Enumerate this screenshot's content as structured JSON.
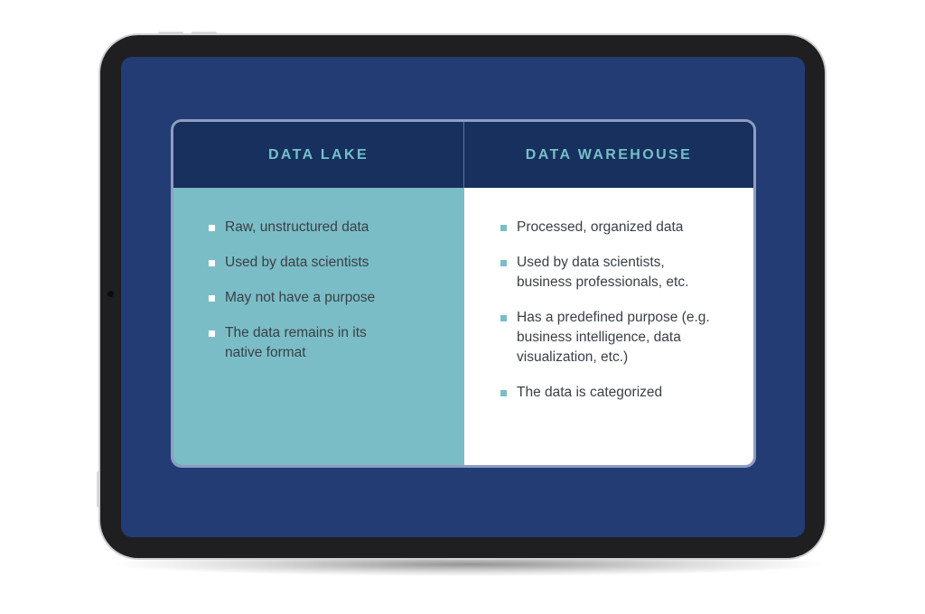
{
  "colors": {
    "screen_bg": "#233c74",
    "header_bg": "#17305e",
    "header_text": "#74c0c9",
    "lake_bg": "#7bbdc6",
    "warehouse_bg": "#ffffff",
    "body_text": "#3a3f47"
  },
  "comparison": {
    "left": {
      "title": "DATA LAKE",
      "items": [
        "Raw, unstructured data",
        "Used by data scientists",
        "May not have a purpose",
        "The data remains in its native format"
      ]
    },
    "right": {
      "title": "DATA WAREHOUSE",
      "items": [
        "Processed, organized data",
        "Used by data scientists, business professionals, etc.",
        "Has a predefined purpose (e.g. business intelligence, data visualization, etc.)",
        "The data is categorized"
      ]
    }
  }
}
